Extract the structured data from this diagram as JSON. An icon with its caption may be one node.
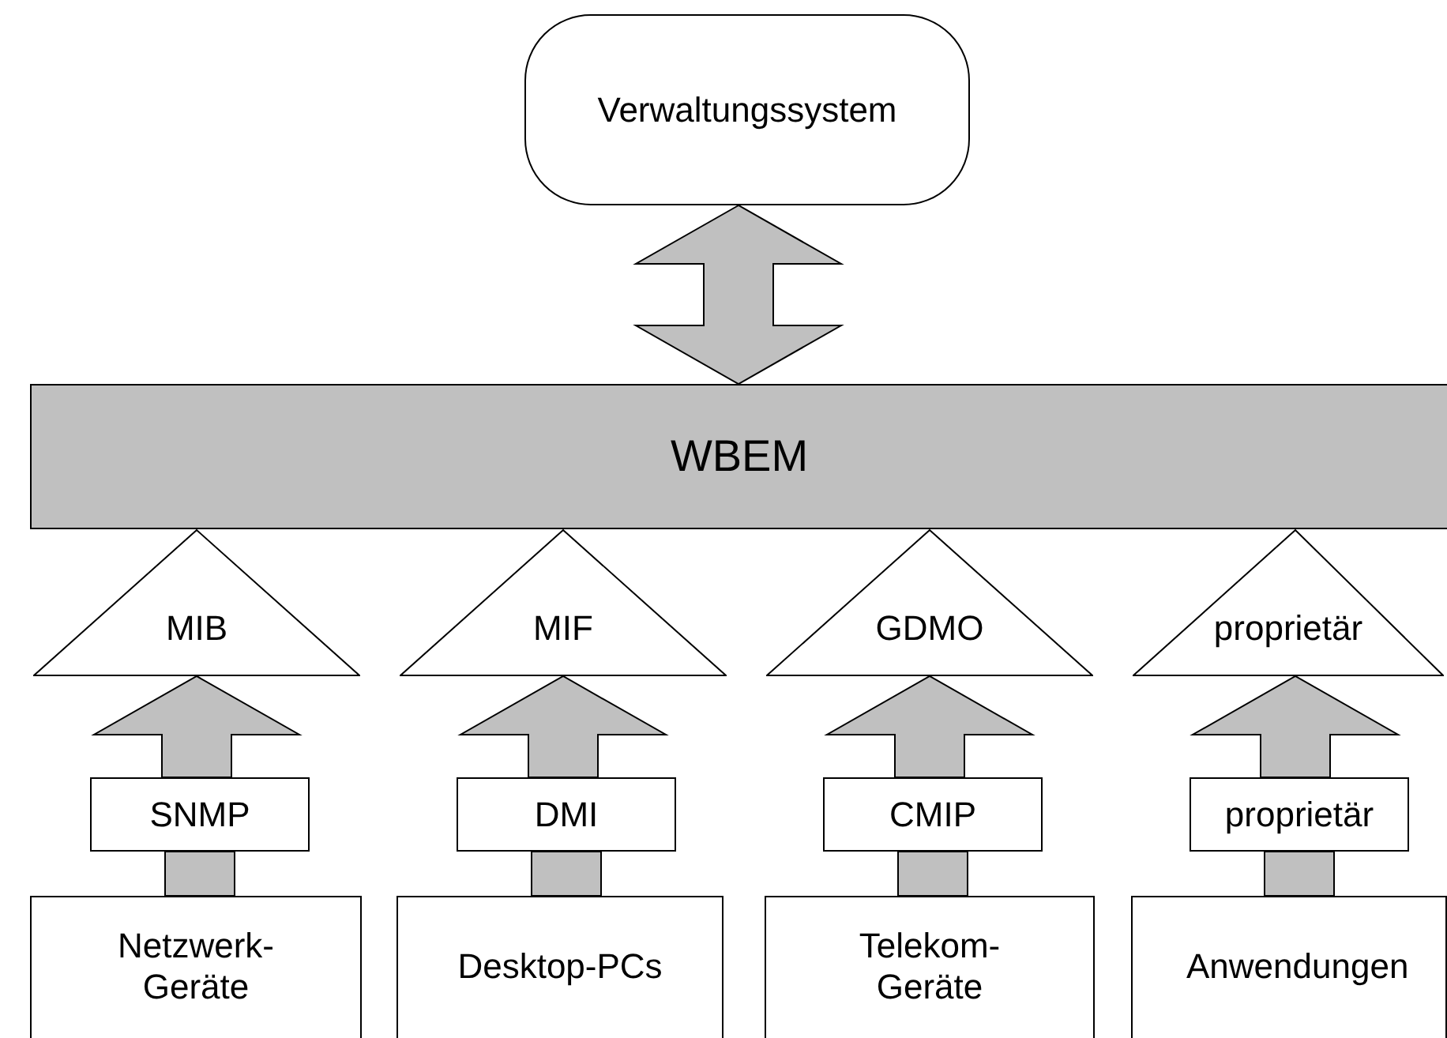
{
  "diagram": {
    "nodes": [
      {
        "text": [
          "Verwaltungssystem"
        ]
      },
      {
        "text": [
          "WBEM"
        ]
      },
      {
        "text": [
          "MIB"
        ]
      },
      {
        "text": [
          "MIF"
        ]
      },
      {
        "text": [
          "GDMO"
        ]
      },
      {
        "text": [
          "proprietär"
        ]
      },
      {
        "text": [
          "SNMP"
        ]
      },
      {
        "text": [
          "DMI"
        ]
      },
      {
        "text": [
          "CMIP"
        ]
      },
      {
        "text": [
          "proprietär"
        ]
      },
      {
        "text": [
          "Netzwerk- Geräte"
        ]
      },
      {
        "text": [
          "Desktop-PCs"
        ]
      },
      {
        "text": [
          "Telekom- Geräte"
        ]
      },
      {
        "text": [
          "Anwendungen"
        ]
      }
    ],
    "edges": [
      {
        "from": 0,
        "to": 1,
        "arrow": "both"
      },
      {
        "from": 10,
        "to": 6,
        "arrow": "none"
      },
      {
        "from": 6,
        "to": 2,
        "arrow": "to"
      },
      {
        "from": 11,
        "to": 7,
        "arrow": "none"
      },
      {
        "from": 7,
        "to": 3,
        "arrow": "to"
      },
      {
        "from": 12,
        "to": 8,
        "arrow": "none"
      },
      {
        "from": 8,
        "to": 4,
        "arrow": "to"
      },
      {
        "from": 13,
        "to": 9,
        "arrow": "none"
      },
      {
        "from": 9,
        "to": 5,
        "arrow": "to"
      }
    ]
  }
}
